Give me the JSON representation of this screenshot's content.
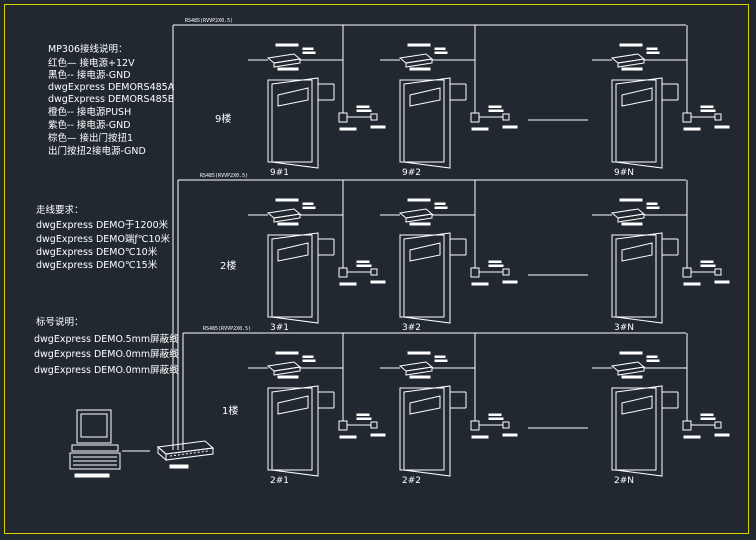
{
  "legend_wiring": {
    "title": "MP306接线说明：",
    "lines": [
      "红色— 接电源+12V",
      "黑色-- 接电源-GND",
      "dwgExpress DEMORS485A",
      "dwgExpress DEMORS485B",
      "橙色-- 接电源PUSH",
      "紫色-- 接电源-GND",
      "棕色— 接出门按扭1",
      "出门按扭2接电源-GND"
    ]
  },
  "legend_cable": {
    "title": "走线要求：",
    "lines": [
      "dwgExpress DEMO于1200米",
      "dwgExpress DEMO端ƒ℃10米",
      "dwgExpress DEMO℃10米",
      "dwgExpress DEMO℃15米"
    ]
  },
  "legend_marks": {
    "title": "标号说明：",
    "lines": [
      "dwgExpress DEMO.5mm屏蔽线",
      "dwgExpress DEMO.0mm屏蔽线",
      "dwgExpress DEMO.0mm屏蔽线"
    ]
  },
  "buses": [
    {
      "label": "RS485(RVVP2X0.5)"
    },
    {
      "label": "RS485(RVVP2X0.5)"
    },
    {
      "label": "RS485(RVVP2X0.5)"
    }
  ],
  "floors": [
    {
      "label": "9楼",
      "doors": [
        "9#1",
        "9#2",
        "9#N"
      ]
    },
    {
      "label": "2楼",
      "doors": [
        "3#1",
        "3#2",
        "3#N"
      ]
    },
    {
      "label": "1楼",
      "doors": [
        "2#1",
        "2#2",
        "2#N"
      ]
    }
  ],
  "colors": {
    "line": "#ffffff",
    "frame": "#d8d200",
    "background": "#212830"
  }
}
